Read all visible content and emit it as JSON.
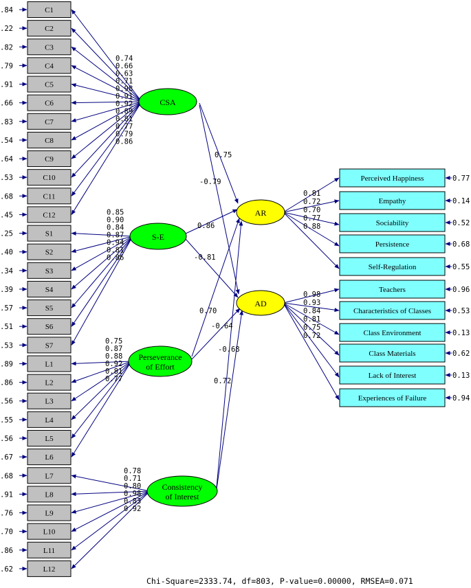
{
  "indicators_left": [
    {
      "label": "C1",
      "error": ".84"
    },
    {
      "label": "C2",
      "error": ".22"
    },
    {
      "label": "C3",
      "error": ".82"
    },
    {
      "label": "C4",
      "error": ".79"
    },
    {
      "label": "C5",
      "error": ".91"
    },
    {
      "label": "C6",
      "error": ".66"
    },
    {
      "label": "C7",
      "error": ".83"
    },
    {
      "label": "C8",
      "error": ".54"
    },
    {
      "label": "C9",
      "error": ".64"
    },
    {
      "label": "C10",
      "error": ".53"
    },
    {
      "label": "C11",
      "error": ".68"
    },
    {
      "label": "C12",
      "error": ".45"
    },
    {
      "label": "S1",
      "error": ".25"
    },
    {
      "label": "S2",
      "error": ".40"
    },
    {
      "label": "S3",
      "error": ".34"
    },
    {
      "label": "S4",
      "error": ".39"
    },
    {
      "label": "S5",
      "error": ".57"
    },
    {
      "label": "S6",
      "error": ".51"
    },
    {
      "label": "S7",
      "error": ".53"
    },
    {
      "label": "L1",
      "error": ".89"
    },
    {
      "label": "L2",
      "error": ".86"
    },
    {
      "label": "L3",
      "error": ".56"
    },
    {
      "label": "L4",
      "error": ".55"
    },
    {
      "label": "L5",
      "error": ".56"
    },
    {
      "label": "L6",
      "error": ".67"
    },
    {
      "label": "L7",
      "error": ".68"
    },
    {
      "label": "L8",
      "error": ".91"
    },
    {
      "label": "L9",
      "error": ".76"
    },
    {
      "label": "L10",
      "error": ".70"
    },
    {
      "label": "L11",
      "error": ".86"
    },
    {
      "label": "L12",
      "error": ".62"
    }
  ],
  "latents_left": [
    {
      "id": "CSA",
      "label": "CSA",
      "loadings": [
        "0.74",
        "0.66",
        "0.63",
        "0.71",
        "0.98",
        "0.91",
        "0.92",
        "0.89",
        "0.81",
        "0.77",
        "0.79",
        "0.86"
      ]
    },
    {
      "id": "SE",
      "label": "S-E",
      "loadings": [
        "0.85",
        "0.90",
        "0.84",
        "0.87",
        "0.94",
        "0.81",
        "0.86"
      ]
    },
    {
      "id": "PE",
      "label": "Perseverance of Effort",
      "line1": "Perseverance",
      "line2": "of Effort",
      "loadings": [
        "0.75",
        "0.87",
        "0.88",
        "0.92",
        "0.81",
        "0.77"
      ]
    },
    {
      "id": "CI",
      "label": "Consistency of Interest",
      "line1": "Consistency",
      "line2": "of Interest",
      "loadings": [
        "0.78",
        "0.71",
        "0.80",
        "0.98",
        "0.83",
        "0.92"
      ]
    }
  ],
  "latents_right": [
    {
      "id": "AR",
      "label": "AR"
    },
    {
      "id": "AD",
      "label": "AD"
    }
  ],
  "indicators_right": {
    "AR": [
      {
        "label": "Perceived Happiness",
        "loading": "0.81",
        "error": "0.77"
      },
      {
        "label": "Empathy",
        "loading": "0.72",
        "error": "0.14"
      },
      {
        "label": "Sociability",
        "loading": "0.70",
        "error": "0.52"
      },
      {
        "label": "Persistence",
        "loading": "0.77",
        "error": "0.68"
      },
      {
        "label": "Self-Regulation",
        "loading": "0.88",
        "error": "0.55"
      }
    ],
    "AD": [
      {
        "label": "Teachers",
        "loading": "0.98",
        "error": "0.96"
      },
      {
        "label": "Characteristics of Classes",
        "loading": "0.93",
        "error": "0.53"
      },
      {
        "label": "Class Environment",
        "loading": "0.84",
        "error": "0.13"
      },
      {
        "label": "Class Materials",
        "loading": "0.81",
        "error": "0.62"
      },
      {
        "label": "Lack of Interest",
        "loading": "0.75",
        "error": "0.13"
      },
      {
        "label": "Experiences of Failure",
        "loading": "0.72",
        "error": "0.94"
      }
    ]
  },
  "structural_paths": [
    {
      "from": "CSA",
      "to": "AR",
      "value": "0.75"
    },
    {
      "from": "CSA",
      "to": "AD",
      "value": "-0.79"
    },
    {
      "from": "SE",
      "to": "AR",
      "value": "0.86"
    },
    {
      "from": "SE",
      "to": "AD",
      "value": "-0.81"
    },
    {
      "from": "PE",
      "to": "AR",
      "value": "0.70"
    },
    {
      "from": "PE",
      "to": "AD",
      "value": "-0.64"
    },
    {
      "from": "CI",
      "to": "AR",
      "value": "-0.68"
    },
    {
      "from": "CI",
      "to": "AD",
      "value": "0.72"
    }
  ],
  "fit": "Chi-Square=2333.74, df=803, P-value=0.00000, RMSEA=0.071",
  "colors": {
    "observed_left": "#c0c0c0",
    "observed_right": "#80ffff",
    "latent_exo": "#00ff00",
    "latent_endo": "#ffff00",
    "arrow": "#00007f"
  }
}
